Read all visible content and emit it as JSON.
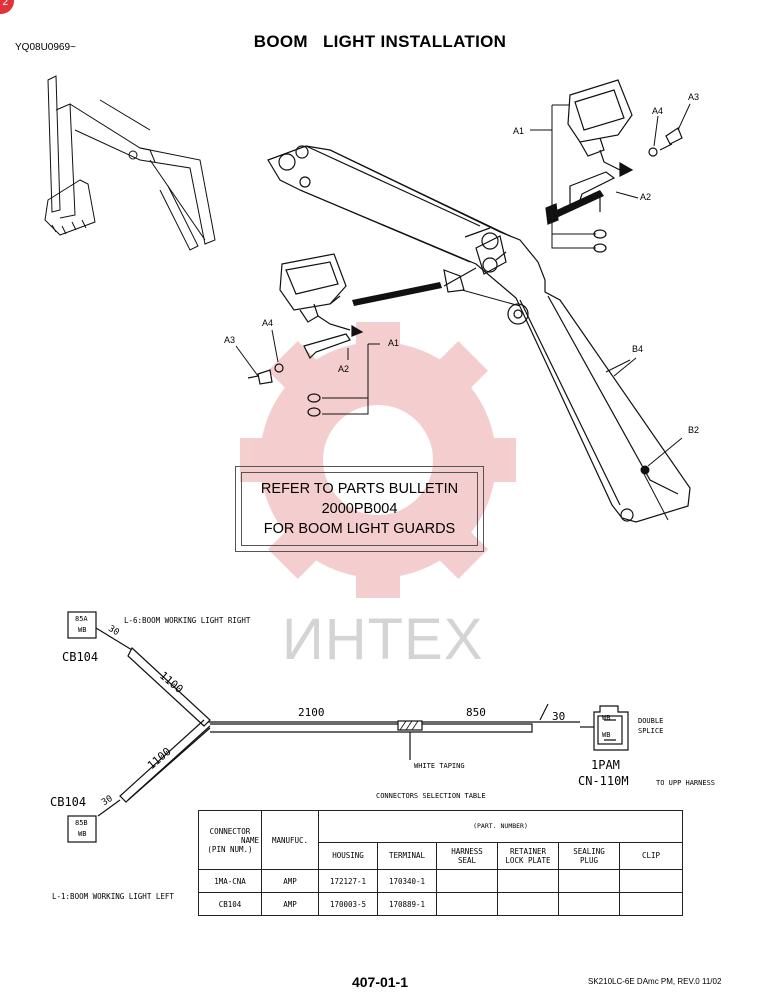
{
  "page": {
    "badge": "2",
    "ref_code": "YQ08U0969~",
    "title": "BOOM   LIGHT INSTALLATION",
    "page_number": "407-01-1",
    "revision": "SK210LC-6E DAmc PM, REV.0 11/02"
  },
  "note": {
    "line1": "REFER TO PARTS BULLETIN",
    "line2": "2000PB004",
    "line3": "FOR BOOM LIGHT GUARDS"
  },
  "watermark": {
    "text": "ИНТЕХ",
    "gear_color": "#f3c6c6",
    "text_color": "#d4d4d4"
  },
  "callouts": {
    "a1_top": "A1",
    "a2_top": "A2",
    "a3_top": "A3",
    "a4_top": "A4",
    "a1_left": "A1",
    "a2_left": "A2",
    "a3_left": "A3",
    "a4_left": "A4",
    "b4": "B4",
    "b2": "B2"
  },
  "harness": {
    "conn_top_label1": "85A",
    "conn_top_label2": "WB",
    "conn_bottom_label1": "85B",
    "conn_bottom_label2": "WB",
    "top_desc": "L-6:BOOM WORKING LIGHT RIGHT",
    "bottom_desc": "L-1:BOOM WORKING LIGHT LEFT",
    "cb_top": "CB104",
    "cb_bottom": "CB104",
    "len_30_top": "30",
    "len_1100_top": "1100",
    "len_1100_bottom": "1100",
    "len_30_bottom": "30",
    "len_2100": "2100",
    "len_850": "850",
    "len_30_right": "30",
    "white_taping": "WHITE TAPING",
    "splice_line1": "DOUBLE",
    "splice_line2": "SPLICE",
    "splice_box_top": "WB",
    "splice_box_bottom": "WB",
    "pam": "1PAM",
    "cn": "CN-110M",
    "to_upp": "TO UPP HARNESS"
  },
  "table": {
    "caption": "CONNECTORS SELECTION TABLE",
    "h_connector1": "CONNECTOR",
    "h_connector2": "NAME",
    "h_connector3": "(PIN NUM.)",
    "h_manufac": "MANUFUC.",
    "h_part": "(PART. NUMBER)",
    "h_housing": "HOUSING",
    "h_terminal": "TERMINAL",
    "h_harness1": "HARNESS",
    "h_harness2": "SEAL",
    "h_retainer1": "RETAINER",
    "h_retainer2": "LOCK PLATE",
    "h_sealing1": "SEALING",
    "h_sealing2": "PLUG",
    "h_clip": "CLIP",
    "rows": [
      {
        "name": "1MA-CNA",
        "manuf": "AMP",
        "housing": "172127-1",
        "terminal": "170340-1",
        "seal": "",
        "retainer": "",
        "plug": "",
        "clip": ""
      },
      {
        "name": "CB104",
        "manuf": "AMP",
        "housing": "170003-5",
        "terminal": "170889-1",
        "seal": "",
        "retainer": "",
        "plug": "",
        "clip": ""
      }
    ]
  }
}
